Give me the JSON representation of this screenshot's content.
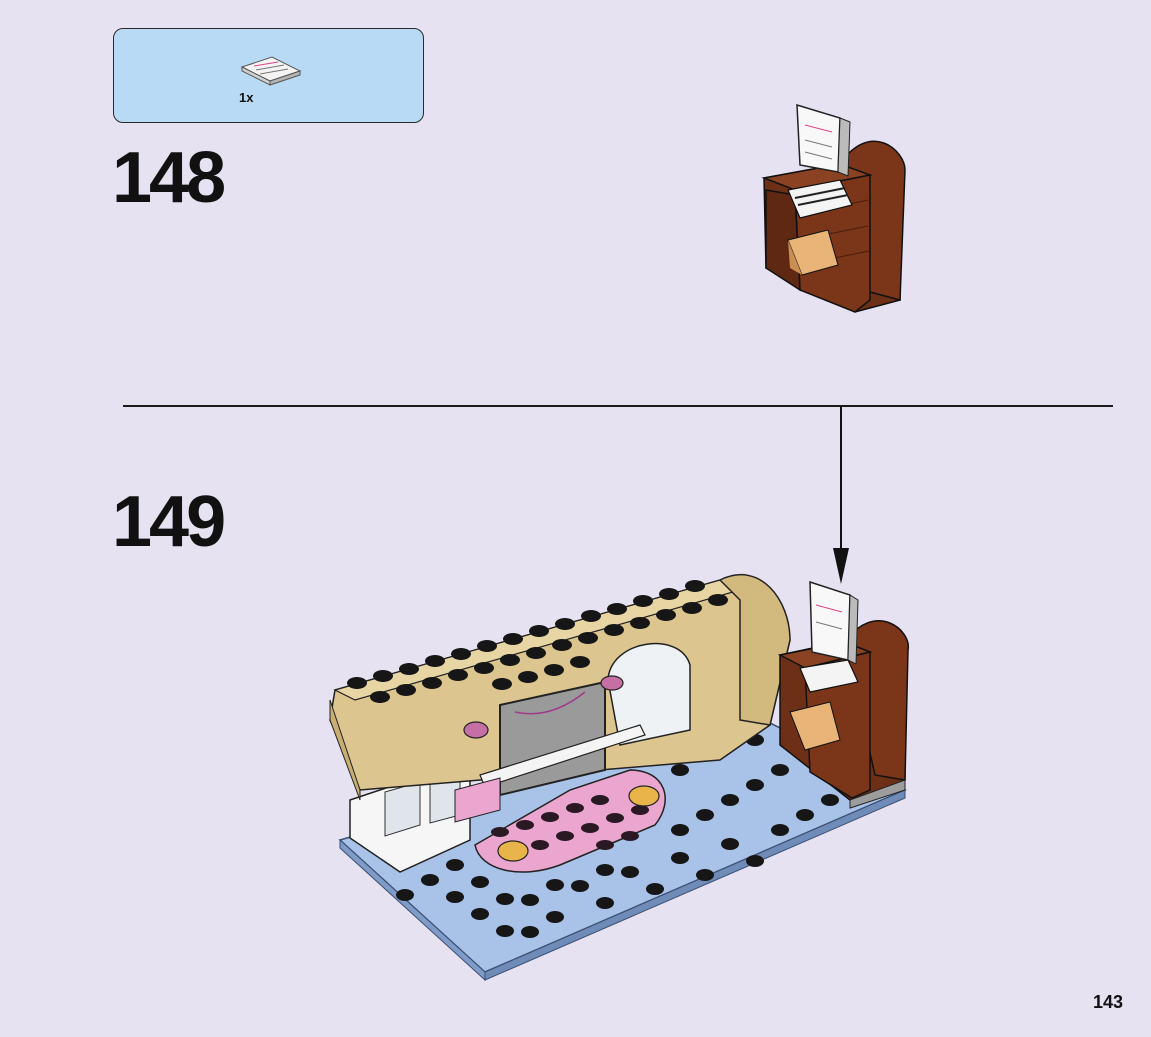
{
  "parts_callout": {
    "quantity": "1x",
    "part": "printed-sheet-music-tile-icon"
  },
  "steps": [
    {
      "number": "148"
    },
    {
      "number": "149"
    }
  ],
  "page_number": "143",
  "colors": {
    "background": "#e7e2f2",
    "callout": "#b9daf4",
    "brown": "#7a3a1e",
    "tan": "#dcc58e",
    "baseplate": "#a9c2e8",
    "pink": "#eaa6cf"
  }
}
